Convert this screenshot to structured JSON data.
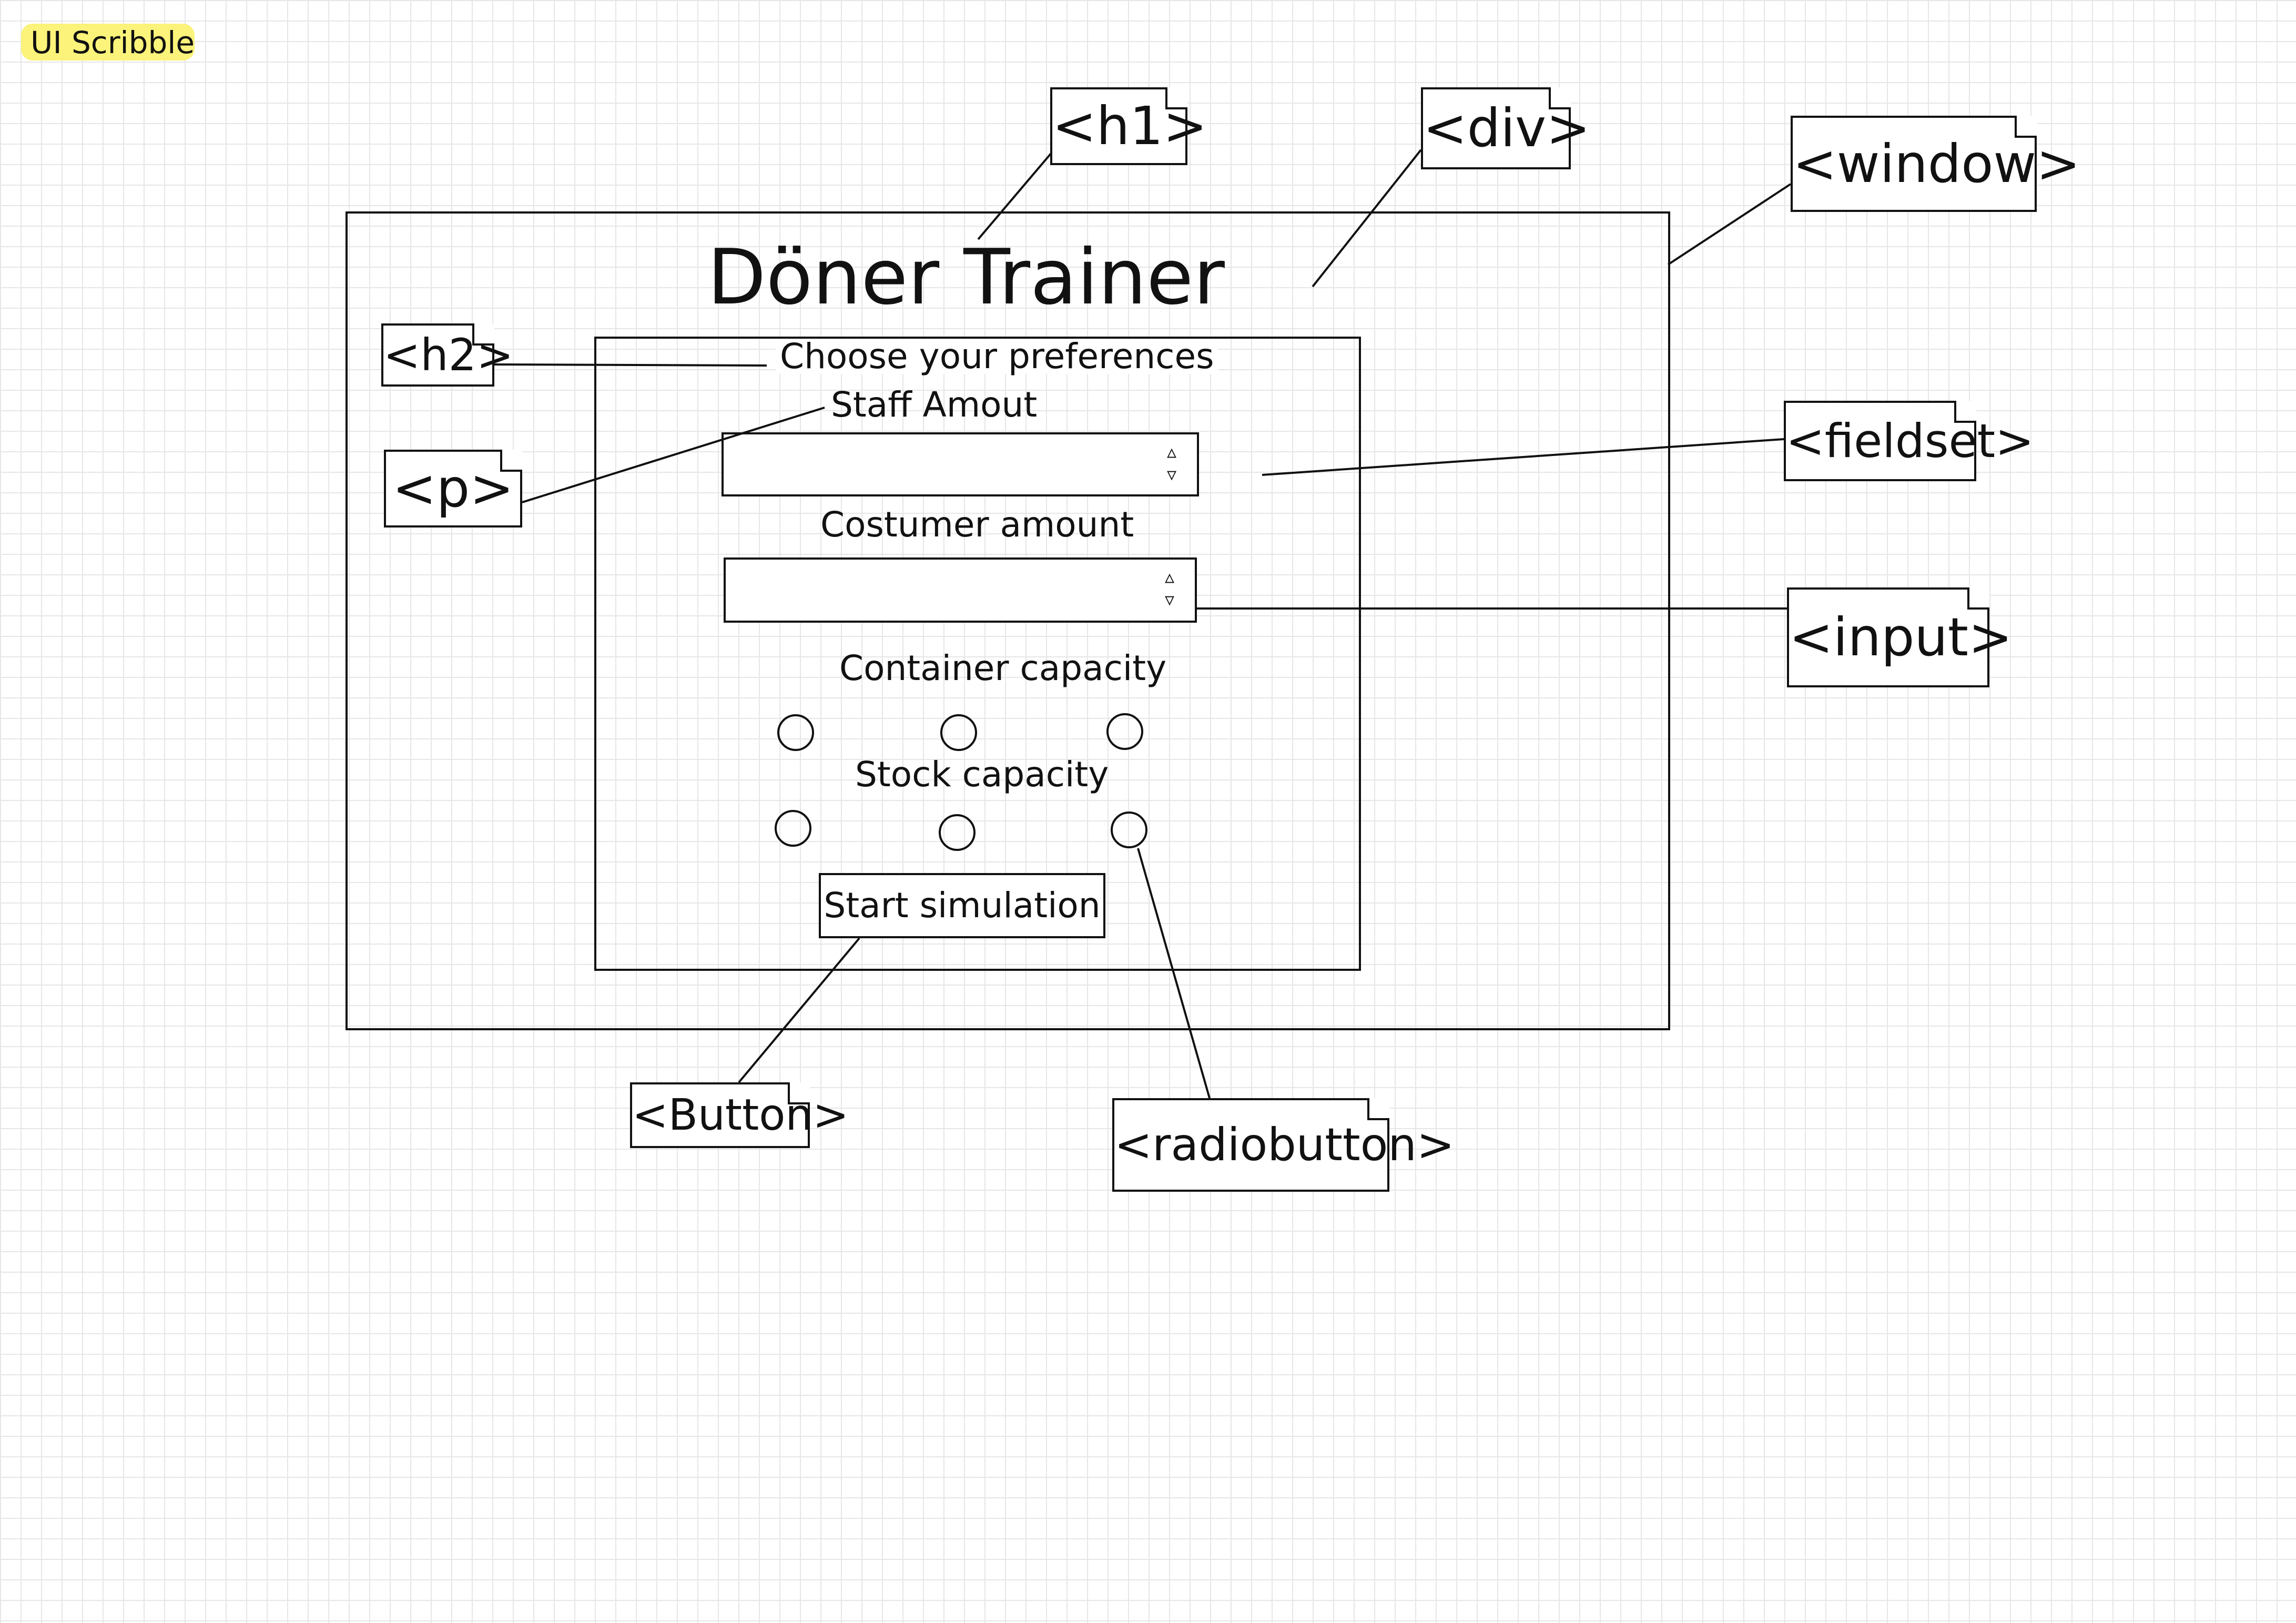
{
  "sticker": {
    "text": "UI Scribble",
    "color": "#fbf37a"
  },
  "app": {
    "title": "Döner Trainer",
    "legend": "Choose your preferences",
    "staff_label": "Staff Amout",
    "customer_label": "Costumer amount",
    "container_label": "Container capacity",
    "stock_label": "Stock capacity",
    "start_button": "Start simulation"
  },
  "annotations": {
    "h1": "<h1>",
    "div": "<div>",
    "window": "<window>",
    "h2": "<h2>",
    "p": "<p>",
    "fieldset": "<fieldset>",
    "input": "<input>",
    "button": "<Button>",
    "radiobutton": "<radiobutton>"
  },
  "spinner_icon": "spinner-arrows-icon"
}
